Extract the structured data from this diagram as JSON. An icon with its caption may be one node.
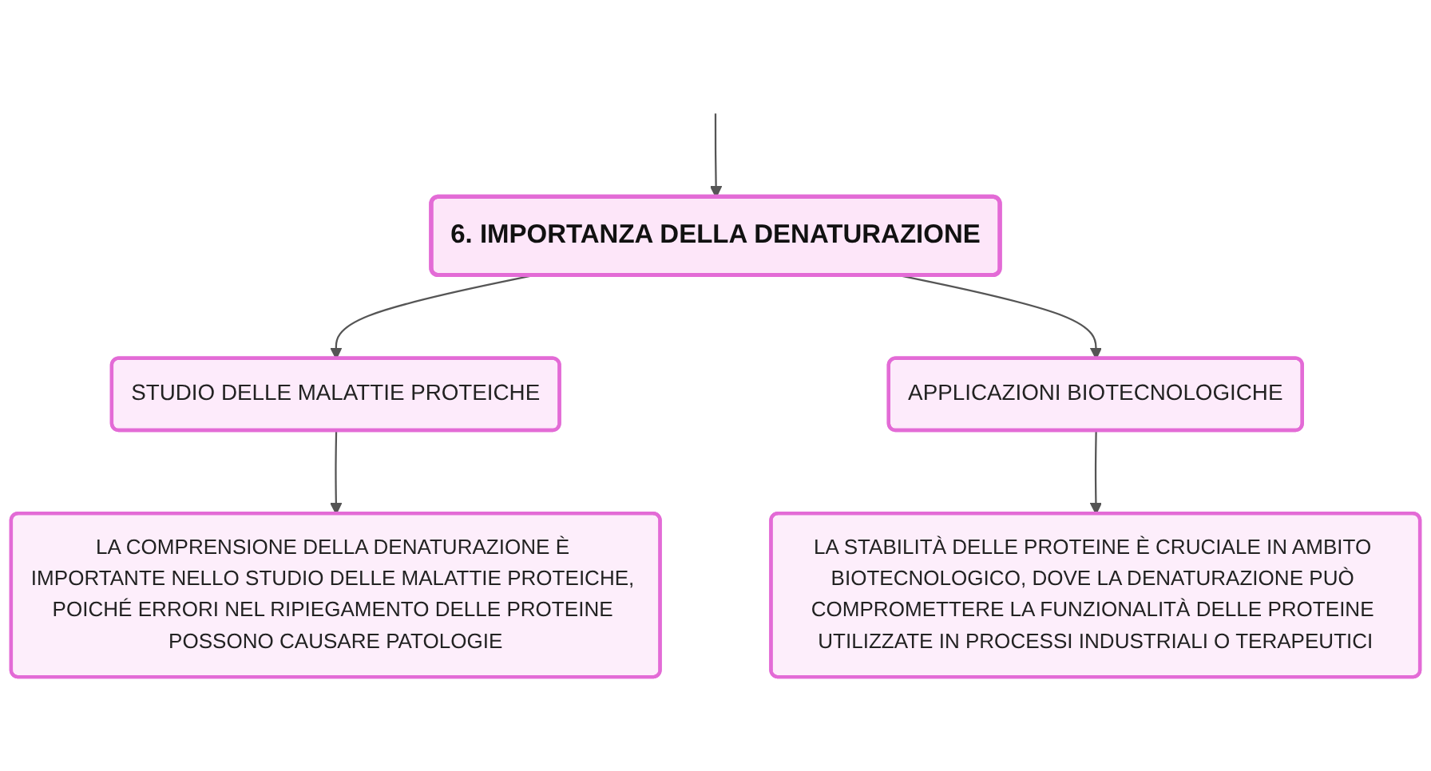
{
  "diagram": {
    "nodes": [
      {
        "text": [
          "6. IMPORTANZA DELLA DENATURAZIONE"
        ]
      },
      {
        "text": [
          "STUDIO DELLE MALATTIE PROTEICHE"
        ]
      },
      {
        "text": [
          "APPLICAZIONI BIOTECNOLOGICHE"
        ]
      },
      {
        "text": [
          "LA COMPRENSIONE DELLA DENATURAZIONE È IMPORTANTE NELLO STUDIO DELLE MALATTIE PROTEICHE, POICHÉ ERRORI NEL RIPIEGAMENTO DELLE PROTEINE POSSONO CAUSARE PATOLOGIE"
        ]
      },
      {
        "text": [
          "LA STABILITÀ DELLE PROTEINE È CRUCIALE IN AMBITO BIOTECNOLOGICO, DOVE LA DENATURAZIONE PUÒ COMPROMETTERE LA FUNZIONALITÀ DELLE PROTEINE UTILIZZATE IN PROCESSI INDUSTRIALI O TERAPEUTICI"
        ]
      }
    ],
    "edges": [
      {
        "from": null,
        "to": 0,
        "arrow": "to"
      },
      {
        "from": 0,
        "to": 1,
        "arrow": "to"
      },
      {
        "from": 0,
        "to": 2,
        "arrow": "to"
      },
      {
        "from": 1,
        "to": 3,
        "arrow": "to"
      },
      {
        "from": 2,
        "to": 4,
        "arrow": "to"
      }
    ]
  }
}
